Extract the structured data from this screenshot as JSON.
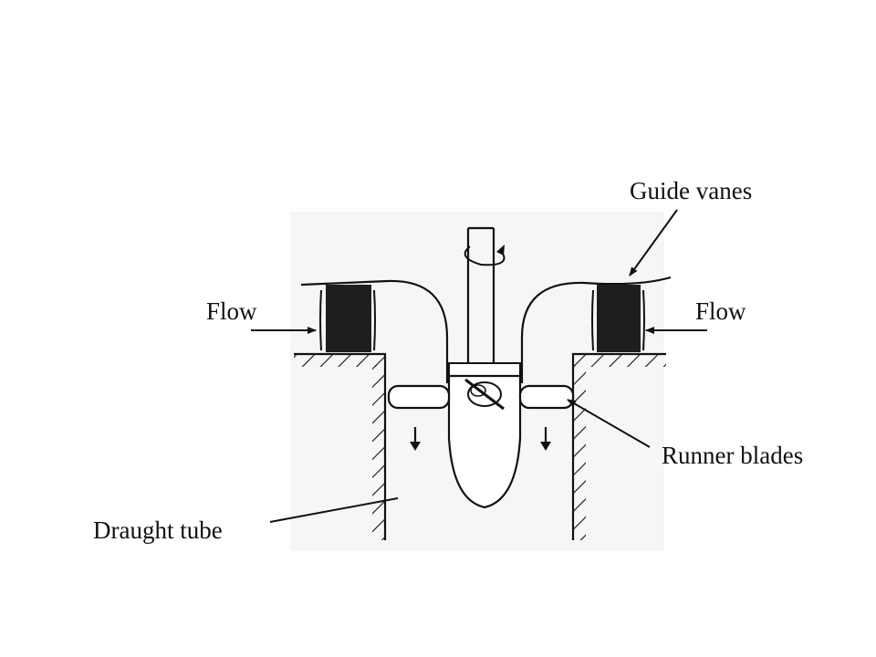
{
  "labels": {
    "guide_vanes": "Guide vanes",
    "flow_left": "Flow",
    "flow_right": "Flow",
    "runner_blades": "Runner blades",
    "draught_tube": "Draught tube"
  },
  "colors": {
    "ink": "#111111",
    "vane_fill": "#1e1e1e",
    "background_tint": "#f4f4f4"
  }
}
